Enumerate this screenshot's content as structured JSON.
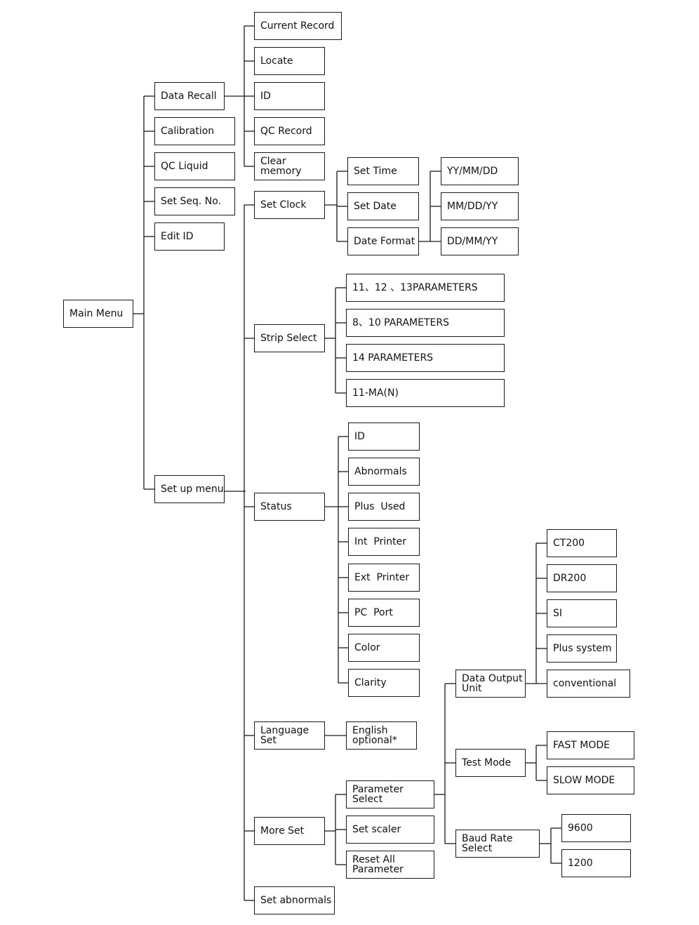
{
  "colors": {
    "line": "#1a1a1a",
    "box_border": "#1a1a1a",
    "text": "#111111",
    "background": "#ffffff"
  },
  "menu": {
    "main": "Main Menu",
    "data_recall": "Data Recall",
    "calibration": "Calibration",
    "qc_liquid": "QC Liquid",
    "set_seq_no": "Set Seq. No.",
    "edit_id": "Edit ID",
    "set_up_menu": "Set up menu",
    "current_record": "Current Record",
    "locate": "Locate",
    "id": "ID",
    "qc_record": "QC Record",
    "clear_memory": "Clear\nmemory",
    "set_clock": "Set Clock",
    "set_time": "Set Time",
    "set_date": "Set Date",
    "date_format": "Date Format",
    "fmt_yymmdd": "YY/MM/DD",
    "fmt_mmddyy": "MM/DD/YY",
    "fmt_ddmmyy": "DD/MM/YY",
    "strip_select": "Strip Select",
    "strip_11_12_13": "11、12 、13PARAMETERS",
    "strip_8_10": "8、10 PARAMETERS",
    "strip_14": "14 PARAMETERS",
    "strip_11ma": "11-MA(N)",
    "status": "Status",
    "status_id": "ID",
    "abnormals": "Abnormals",
    "plus_used": "Plus  Used",
    "int_printer": "Int  Printer",
    "ext_printer": "Ext  Printer",
    "pc_port": "PC  Port",
    "color": "Color",
    "clarity": "Clarity",
    "language_set": "Language\nSet",
    "english_optional": "English\noptional*",
    "more_set": "More Set",
    "parameter_select": "Parameter\nSelect",
    "set_scaler": "Set scaler",
    "reset_all": "Reset All\nParameter",
    "set_abnormals": "Set abnormals",
    "data_output_unit": "Data Output\nUnit",
    "ct200": "CT200",
    "dr200": "DR200",
    "si": "SI",
    "plus_system": "Plus system",
    "conventional": "conventional",
    "test_mode": "Test Mode",
    "fast_mode": "FAST MODE",
    "slow_mode": "SLOW MODE",
    "baud_rate_select": "Baud Rate\nSelect",
    "baud_9600": "9600",
    "baud_1200": "1200"
  }
}
